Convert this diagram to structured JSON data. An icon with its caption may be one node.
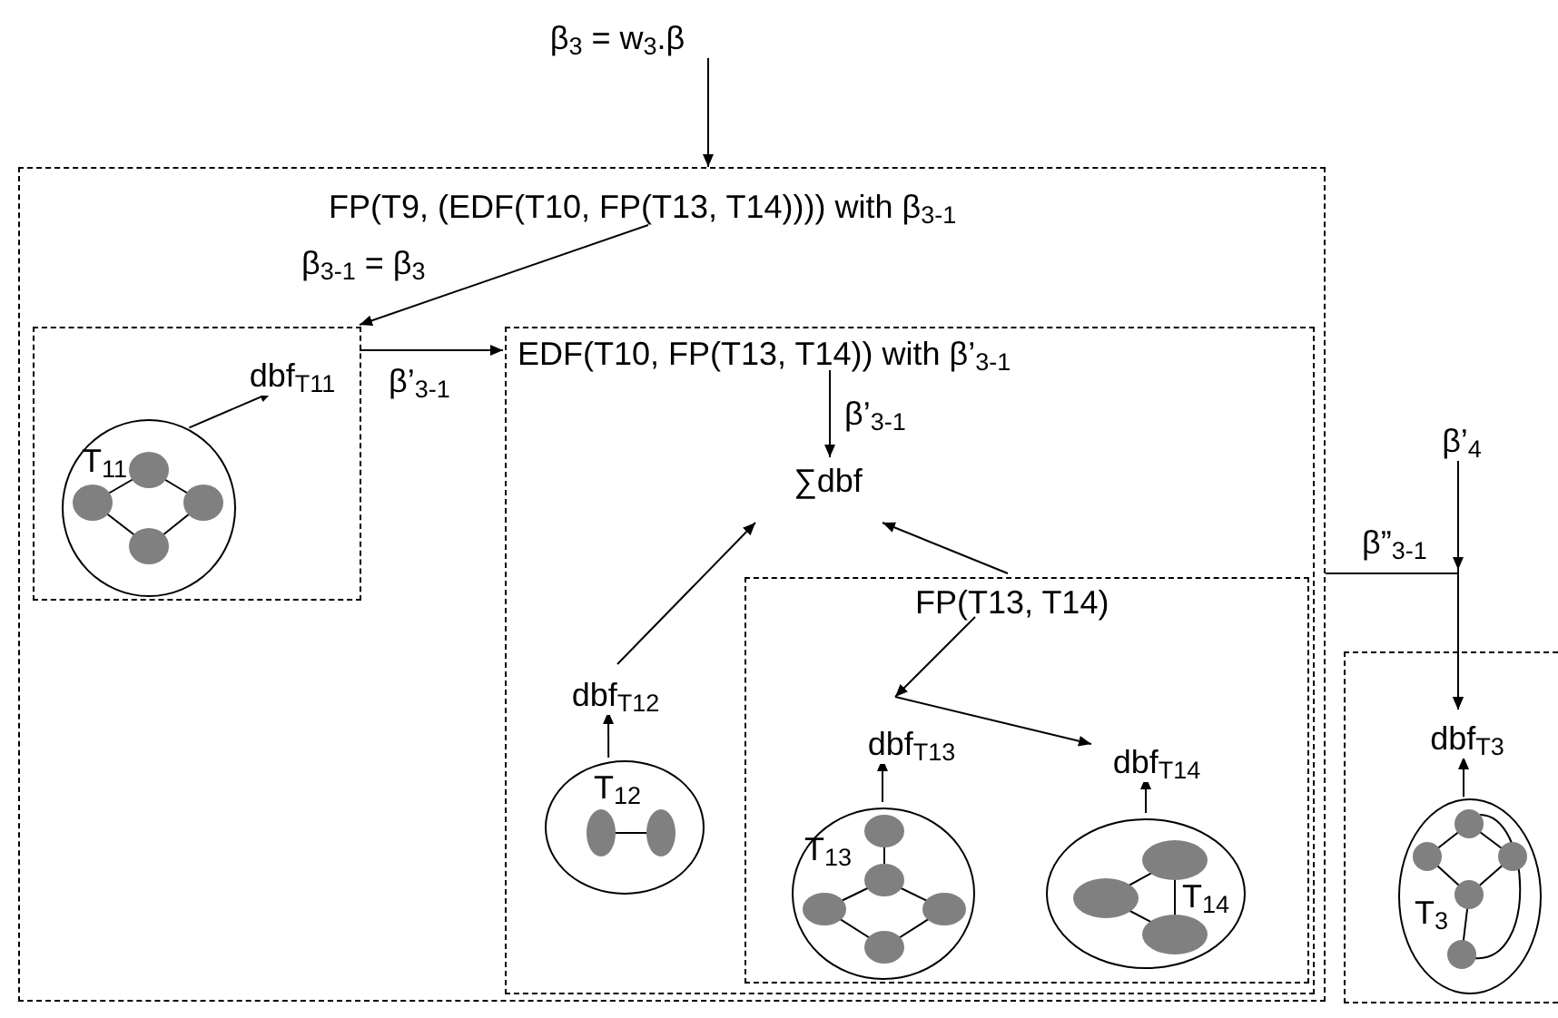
{
  "diagram": {
    "nodes": [
      {
        "text": [
          "β$_{3}$ = w$_{3}$.β"
        ]
      },
      {
        "text": [
          "FP(T9, (EDF(T10, FP(T13, T14)))) with β$_{3-1}$"
        ]
      },
      {
        "text": [],
        "shape": "box",
        "in": 1
      },
      {
        "text": [
          "dbf$_{T11}$"
        ],
        "in": 2
      },
      {
        "text": [
          "T$_{11}$"
        ],
        "in": 2
      },
      {
        "text": [
          "EDF(T10, FP(T13, T14)) with β’$_{3-1}$"
        ],
        "in": 1
      },
      {
        "text": [
          "∑dbf"
        ],
        "in": 5
      },
      {
        "text": [
          "dbf$_{T12}$"
        ],
        "in": 5
      },
      {
        "text": [
          "T$_{12}$"
        ],
        "in": 5
      },
      {
        "text": [
          "FP(T13, T14)"
        ],
        "in": 5
      },
      {
        "text": [
          "dbf$_{T13}$"
        ],
        "in": 9
      },
      {
        "text": [
          "dbf$_{T14}$"
        ],
        "in": 9
      },
      {
        "text": [
          "T$_{13}$"
        ],
        "in": 9
      },
      {
        "text": [
          "T$_{14}$"
        ],
        "in": 9
      },
      {
        "text": [
          "β’$_{4}$"
        ]
      },
      {
        "text": [],
        "shape": "box"
      },
      {
        "text": [
          "dbf$_{T3}$"
        ],
        "in": 15
      },
      {
        "text": [
          "T$_{3}$"
        ],
        "in": 15
      }
    ],
    "edges": [
      {
        "from": 0,
        "to": 1,
        "arrow": "to"
      },
      {
        "from": 1,
        "to": 2,
        "arrow": "to",
        "label": "β$_{3-1}$ = β$_{3}$"
      },
      {
        "from": 2,
        "to": 5,
        "arrow": "to",
        "label": "β’$_{3-1}$"
      },
      {
        "from": 4,
        "to": 3,
        "arrow": "to"
      },
      {
        "from": 5,
        "to": 6,
        "arrow": "to",
        "label": "β’$_{3-1}$"
      },
      {
        "from": 7,
        "to": 6,
        "arrow": "to"
      },
      {
        "from": 8,
        "to": 7,
        "arrow": "to"
      },
      {
        "from": 9,
        "to": 6,
        "arrow": "to"
      },
      {
        "from": 9,
        "to": 10,
        "arrow": "to"
      },
      {
        "from": 10,
        "to": 11,
        "arrow": "to"
      },
      {
        "from": 12,
        "to": 10,
        "arrow": "to"
      },
      {
        "from": 13,
        "to": 11,
        "arrow": "to"
      },
      {
        "from": 1,
        "to": 16,
        "arrow": "to",
        "label": "β”$_{3-1}$"
      },
      {
        "from": 14,
        "to": 16,
        "arrow": "to"
      },
      {
        "from": 17,
        "to": 16,
        "arrow": "to"
      }
    ]
  }
}
